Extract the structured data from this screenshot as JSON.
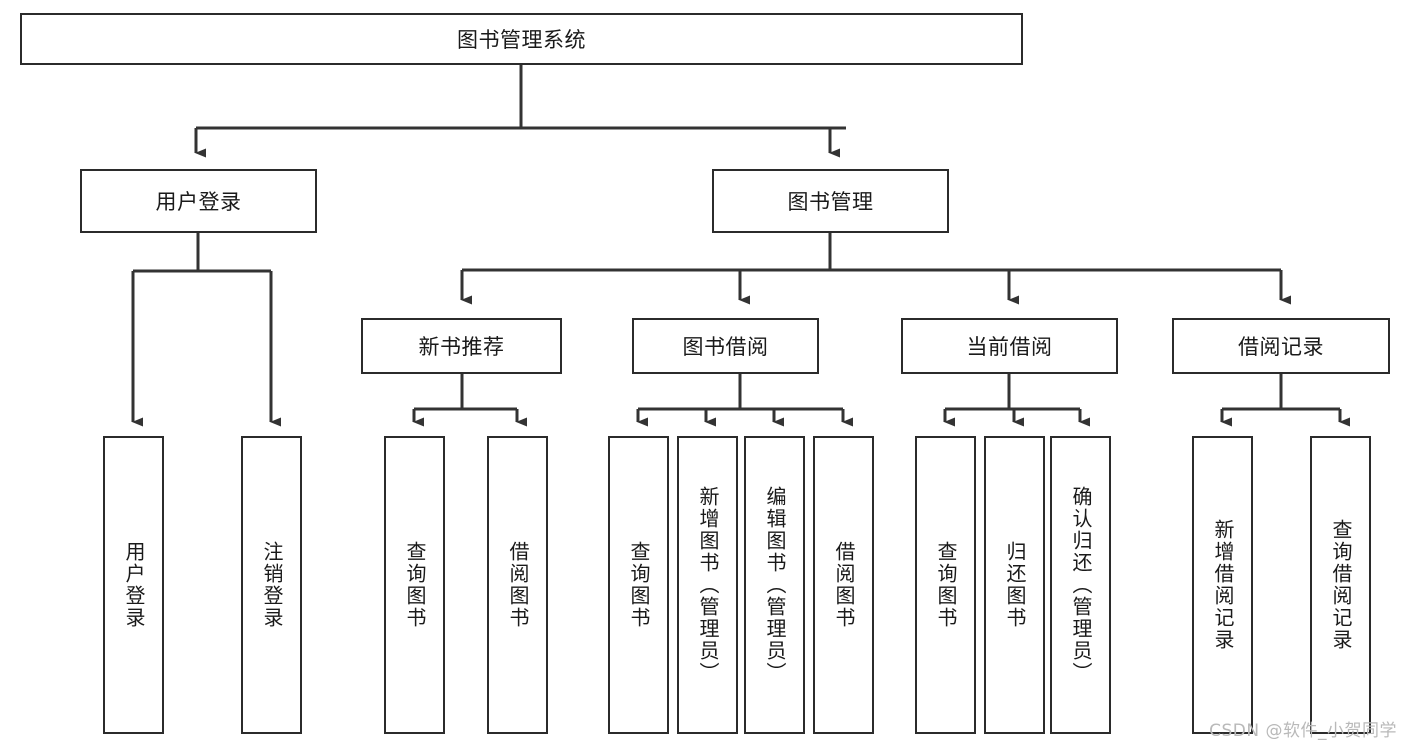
{
  "diagram": {
    "title": "图书管理系统",
    "type": "tree",
    "colors": {
      "box_border": "#2b2b2b",
      "box_fill": "#ffffff",
      "connector": "#333333",
      "text": "#1a1a1a",
      "watermark": "#b9b9b9",
      "background": "#ffffff"
    },
    "nodes": {
      "root": {
        "label": "图书管理系统",
        "orientation": "horizontal"
      },
      "level2": [
        {
          "id": "user-login",
          "label": "用户登录",
          "orientation": "horizontal"
        },
        {
          "id": "book-manage",
          "label": "图书管理",
          "orientation": "horizontal"
        }
      ],
      "level3": [
        {
          "id": "new-book-recommend",
          "label": "新书推荐",
          "orientation": "horizontal"
        },
        {
          "id": "book-borrow",
          "label": "图书借阅",
          "orientation": "horizontal"
        },
        {
          "id": "current-borrow",
          "label": "当前借阅",
          "orientation": "horizontal"
        },
        {
          "id": "borrow-record",
          "label": "借阅记录",
          "orientation": "horizontal"
        }
      ],
      "leaves": [
        {
          "id": "leaf-user-login",
          "label": "用户登录",
          "parent": "user-login",
          "orientation": "vertical"
        },
        {
          "id": "leaf-user-logout",
          "label": "注销登录",
          "parent": "user-login",
          "orientation": "vertical"
        },
        {
          "id": "leaf-query-book-1",
          "label": "查询图书",
          "parent": "new-book-recommend",
          "orientation": "vertical"
        },
        {
          "id": "leaf-borrow-book-1",
          "label": "借阅图书",
          "parent": "new-book-recommend",
          "orientation": "vertical"
        },
        {
          "id": "leaf-query-book-2",
          "label": "查询图书",
          "parent": "book-borrow",
          "orientation": "vertical"
        },
        {
          "id": "leaf-add-book",
          "label": "新增图书（管理员）",
          "parent": "book-borrow",
          "orientation": "vertical"
        },
        {
          "id": "leaf-edit-book",
          "label": "编辑图书（管理员）",
          "parent": "book-borrow",
          "orientation": "vertical"
        },
        {
          "id": "leaf-borrow-book-2",
          "label": "借阅图书",
          "parent": "book-borrow",
          "orientation": "vertical"
        },
        {
          "id": "leaf-query-book-3",
          "label": "查询图书",
          "parent": "current-borrow",
          "orientation": "vertical"
        },
        {
          "id": "leaf-return-book",
          "label": "归还图书",
          "parent": "current-borrow",
          "orientation": "vertical"
        },
        {
          "id": "leaf-confirm-return",
          "label": "确认归还（管理员）",
          "parent": "current-borrow",
          "orientation": "vertical"
        },
        {
          "id": "leaf-add-record",
          "label": "新增借阅记录",
          "parent": "borrow-record",
          "orientation": "vertical"
        },
        {
          "id": "leaf-query-record",
          "label": "查询借阅记录",
          "parent": "borrow-record",
          "orientation": "vertical"
        }
      ]
    },
    "watermark": "CSDN @软件_小贺同学"
  }
}
